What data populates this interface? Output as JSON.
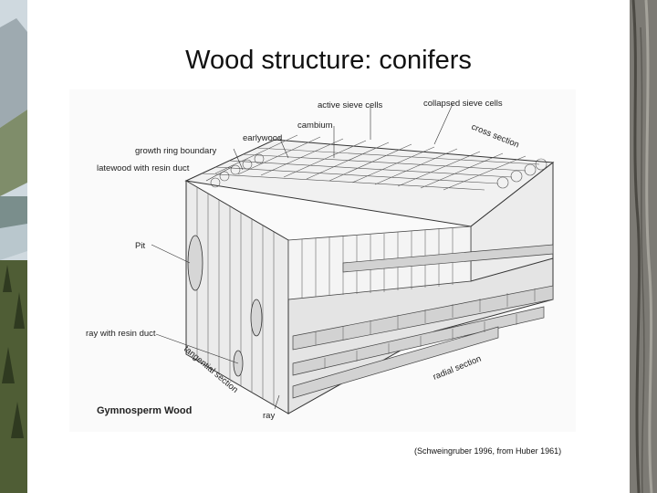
{
  "slide": {
    "title": "Wood structure: conifers",
    "caption": "(Schweingruber 1996, from Huber 1961)"
  },
  "figure": {
    "name": "Gymnosperm Wood",
    "labels": {
      "active_sieve_cells": "active sieve cells",
      "collapsed_sieve_cells": "collapsed sieve cells",
      "cambium": "cambium",
      "earlywood": "earlywood",
      "growth_ring_boundary": "growth ring boundary",
      "latewood_with_resin_duct": "latewood with resin duct",
      "cross_section": "cross section",
      "pit": "Pit",
      "ray_with_resin_duct": "ray with resin duct",
      "tangential_section": "tangential section",
      "radial_section": "radial section",
      "ray": "ray"
    }
  },
  "colors": {
    "left_photo_sky": "#cfd9df",
    "left_photo_forest": "#4f5d35",
    "right_photo_bark": "#7c7a74"
  }
}
